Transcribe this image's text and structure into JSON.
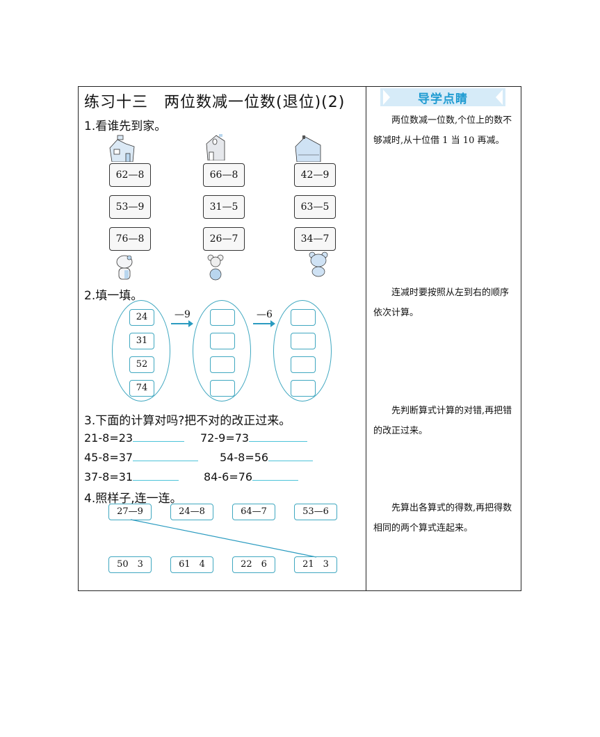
{
  "worksheet": {
    "title": "练习十三　两位数减一位数(退位)(2)",
    "q1": {
      "heading": "1.看谁先到家。",
      "columns": [
        {
          "house": "house-icon",
          "expressions": [
            "62—8",
            "53—9",
            "76—8"
          ],
          "animal": "kitty-icon"
        },
        {
          "house": "house-icon",
          "expressions": [
            "66—8",
            "31—5",
            "26—7"
          ],
          "animal": "mouse-icon"
        },
        {
          "house": "house-icon",
          "expressions": [
            "42—9",
            "63—5",
            "34—7"
          ],
          "animal": "bear-icon"
        }
      ]
    },
    "q2": {
      "heading": "2.填一填。",
      "inputs": [
        "24",
        "31",
        "52",
        "74"
      ],
      "op1": "—9",
      "op2": "—6",
      "results1": [
        "",
        "",
        "",
        ""
      ],
      "results2": [
        "",
        "",
        "",
        ""
      ]
    },
    "q3": {
      "heading": "3.下面的计算对吗?把不对的改正过来。",
      "items": [
        "21-8=23",
        "72-9=73",
        "45-8=37",
        "54-8=56",
        "37-8=31",
        "84-6=76"
      ]
    },
    "q4": {
      "heading": "4.照样子,连一连。",
      "top": [
        "27—9",
        "24—8",
        "64—7",
        "53—6"
      ],
      "bottom": [
        "50　3",
        "61　4",
        "22　6",
        "21　3"
      ]
    }
  },
  "guide": {
    "banner": "导学点睛",
    "tips": [
      "两位数减一位数,个位上的数不够减时,从十位借 1 当 10 再减。",
      "连减时要按照从左到右的顺序依次计算。",
      "先判断算式计算的对错,再把错的改正过来。",
      "先算出各算式的得数,再把得数相同的两个算式连起来。"
    ]
  },
  "colors": {
    "accent": "#3fa7c0",
    "banner_bg": "#d6ebf8",
    "banner_text": "#1f9bd1",
    "blank_line": "#4cc3d9"
  }
}
